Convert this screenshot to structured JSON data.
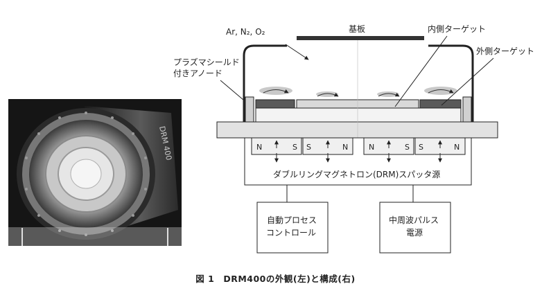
{
  "photo": {
    "engraving": "DRM 400"
  },
  "labels": {
    "gas": "Ar, N₂, O₂",
    "substrate": "基板",
    "inner_target": "内側ターゲット",
    "outer_target": "外側ターゲット",
    "anode_line1": "プラズマシールド",
    "anode_line2": "付きアノード",
    "magnet_n": "N",
    "magnet_s": "S",
    "source": "ダブルリングマグネトロン(DRM)スパッタ源",
    "process_line1": "自動プロセス",
    "process_line2": "コントロール",
    "power_line1": "中周波パルス",
    "power_line2": "電源"
  },
  "caption": "図 1　DRM400の外観(左)と構成(右)",
  "colors": {
    "target_dark": "#5a5a5a",
    "target_light": "#d9d9d9",
    "plate": "#e2e2e2",
    "line": "#222222"
  }
}
